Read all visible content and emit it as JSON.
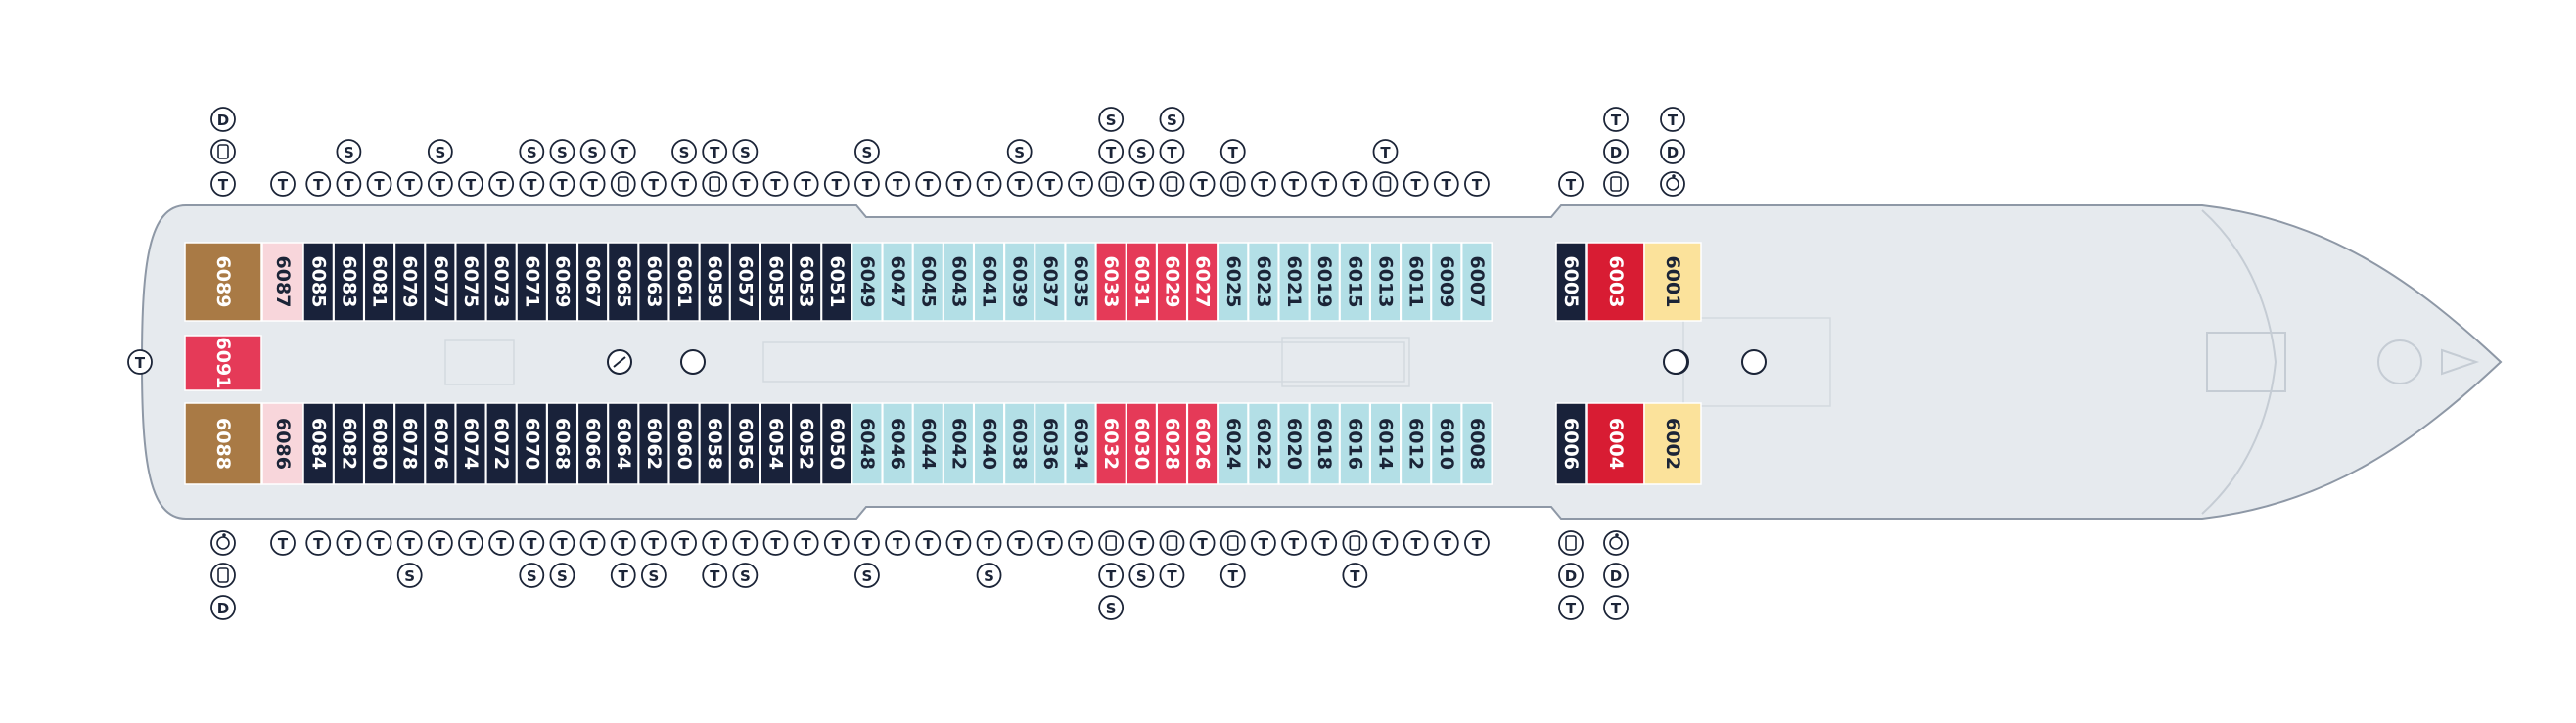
{
  "deck": {
    "colors": {
      "hull": "#e6eaee",
      "outline": "#8e98a6",
      "navy": "#19223a",
      "light_blue": "#b3dfe6",
      "pink_red": "#e53a58",
      "red": "#d81c33",
      "yellow": "#fbe29b",
      "brown": "#a97a45",
      "light_pink": "#f8d6db",
      "symbol": "#1b2437"
    },
    "top_cabins": [
      {
        "label": "6089",
        "cat": "brown"
      },
      {
        "label": "6087",
        "cat": "light_pink"
      },
      {
        "label": "6085",
        "cat": "navy"
      },
      {
        "label": "6083",
        "cat": "navy"
      },
      {
        "label": "6081",
        "cat": "navy"
      },
      {
        "label": "6079",
        "cat": "navy"
      },
      {
        "label": "6077",
        "cat": "navy"
      },
      {
        "label": "6075",
        "cat": "navy"
      },
      {
        "label": "6073",
        "cat": "navy"
      },
      {
        "label": "6071",
        "cat": "navy"
      },
      {
        "label": "6069",
        "cat": "navy"
      },
      {
        "label": "6067",
        "cat": "navy"
      },
      {
        "label": "6065",
        "cat": "navy"
      },
      {
        "label": "6063",
        "cat": "navy"
      },
      {
        "label": "6061",
        "cat": "navy"
      },
      {
        "label": "6059",
        "cat": "navy"
      },
      {
        "label": "6057",
        "cat": "navy"
      },
      {
        "label": "6055",
        "cat": "navy"
      },
      {
        "label": "6053",
        "cat": "navy"
      },
      {
        "label": "6051",
        "cat": "navy"
      },
      {
        "label": "6049",
        "cat": "light_blue"
      },
      {
        "label": "6047",
        "cat": "light_blue"
      },
      {
        "label": "6045",
        "cat": "light_blue"
      },
      {
        "label": "6043",
        "cat": "light_blue"
      },
      {
        "label": "6041",
        "cat": "light_blue"
      },
      {
        "label": "6039",
        "cat": "light_blue"
      },
      {
        "label": "6037",
        "cat": "light_blue"
      },
      {
        "label": "6035",
        "cat": "light_blue"
      },
      {
        "label": "6033",
        "cat": "pink_red"
      },
      {
        "label": "6031",
        "cat": "pink_red"
      },
      {
        "label": "6029",
        "cat": "pink_red"
      },
      {
        "label": "6027",
        "cat": "pink_red"
      },
      {
        "label": "6025",
        "cat": "light_blue"
      },
      {
        "label": "6023",
        "cat": "light_blue"
      },
      {
        "label": "6021",
        "cat": "light_blue"
      },
      {
        "label": "6019",
        "cat": "light_blue"
      },
      {
        "label": "6015",
        "cat": "light_blue"
      },
      {
        "label": "6013",
        "cat": "light_blue"
      },
      {
        "label": "6011",
        "cat": "light_blue"
      },
      {
        "label": "6009",
        "cat": "light_blue"
      },
      {
        "label": "6007",
        "cat": "light_blue"
      },
      {
        "label": "6005",
        "cat": "navy"
      },
      {
        "label": "6003",
        "cat": "red"
      },
      {
        "label": "6001",
        "cat": "yellow"
      }
    ],
    "bottom_cabins": [
      {
        "label": "6088",
        "cat": "brown"
      },
      {
        "label": "6086",
        "cat": "light_pink"
      },
      {
        "label": "6084",
        "cat": "navy"
      },
      {
        "label": "6082",
        "cat": "navy"
      },
      {
        "label": "6080",
        "cat": "navy"
      },
      {
        "label": "6078",
        "cat": "navy"
      },
      {
        "label": "6076",
        "cat": "navy"
      },
      {
        "label": "6074",
        "cat": "navy"
      },
      {
        "label": "6072",
        "cat": "navy"
      },
      {
        "label": "6070",
        "cat": "navy"
      },
      {
        "label": "6068",
        "cat": "navy"
      },
      {
        "label": "6066",
        "cat": "navy"
      },
      {
        "label": "6064",
        "cat": "navy"
      },
      {
        "label": "6062",
        "cat": "navy"
      },
      {
        "label": "6060",
        "cat": "navy"
      },
      {
        "label": "6058",
        "cat": "navy"
      },
      {
        "label": "6056",
        "cat": "navy"
      },
      {
        "label": "6054",
        "cat": "navy"
      },
      {
        "label": "6052",
        "cat": "navy"
      },
      {
        "label": "6050",
        "cat": "navy"
      },
      {
        "label": "6048",
        "cat": "light_blue"
      },
      {
        "label": "6046",
        "cat": "light_blue"
      },
      {
        "label": "6044",
        "cat": "light_blue"
      },
      {
        "label": "6042",
        "cat": "light_blue"
      },
      {
        "label": "6040",
        "cat": "light_blue"
      },
      {
        "label": "6038",
        "cat": "light_blue"
      },
      {
        "label": "6036",
        "cat": "light_blue"
      },
      {
        "label": "6034",
        "cat": "light_blue"
      },
      {
        "label": "6032",
        "cat": "pink_red"
      },
      {
        "label": "6030",
        "cat": "pink_red"
      },
      {
        "label": "6028",
        "cat": "pink_red"
      },
      {
        "label": "6026",
        "cat": "pink_red"
      },
      {
        "label": "6024",
        "cat": "light_blue"
      },
      {
        "label": "6022",
        "cat": "light_blue"
      },
      {
        "label": "6020",
        "cat": "light_blue"
      },
      {
        "label": "6018",
        "cat": "light_blue"
      },
      {
        "label": "6016",
        "cat": "light_blue"
      },
      {
        "label": "6014",
        "cat": "light_blue"
      },
      {
        "label": "6012",
        "cat": "light_blue"
      },
      {
        "label": "6010",
        "cat": "light_blue"
      },
      {
        "label": "6008",
        "cat": "light_blue"
      },
      {
        "label": "6006",
        "cat": "navy"
      },
      {
        "label": "6004",
        "cat": "red"
      },
      {
        "label": "6002",
        "cat": "yellow"
      }
    ],
    "middle_cabin": {
      "label": "6091",
      "cat": "pink_red"
    },
    "top_symbols": [
      {
        "col": "6089",
        "stack": [
          "T",
          "U",
          "D"
        ]
      },
      {
        "col": "6087",
        "stack": [
          "T"
        ]
      },
      {
        "col": "6085",
        "stack": [
          "T"
        ]
      },
      {
        "col": "6083",
        "stack": [
          "T",
          "S"
        ]
      },
      {
        "col": "6081",
        "stack": [
          "T"
        ]
      },
      {
        "col": "6079",
        "stack": [
          "T"
        ]
      },
      {
        "col": "6077",
        "stack": [
          "T",
          "S"
        ]
      },
      {
        "col": "6075",
        "stack": [
          "T"
        ]
      },
      {
        "col": "6073",
        "stack": [
          "T"
        ]
      },
      {
        "col": "6071",
        "stack": [
          "T",
          "S"
        ]
      },
      {
        "col": "6069",
        "stack": [
          "T",
          "S"
        ]
      },
      {
        "col": "6067",
        "stack": [
          "T",
          "S"
        ]
      },
      {
        "col": "6065",
        "stack": [
          "U",
          "T"
        ]
      },
      {
        "col": "6063",
        "stack": [
          "T"
        ]
      },
      {
        "col": "6061",
        "stack": [
          "T",
          "S"
        ]
      },
      {
        "col": "6059",
        "stack": [
          "U",
          "T"
        ]
      },
      {
        "col": "6057",
        "stack": [
          "T",
          "S"
        ]
      },
      {
        "col": "6055",
        "stack": [
          "T"
        ]
      },
      {
        "col": "6053",
        "stack": [
          "T"
        ]
      },
      {
        "col": "6051",
        "stack": [
          "T"
        ]
      },
      {
        "col": "6049",
        "stack": [
          "T",
          "S"
        ]
      },
      {
        "col": "6047",
        "stack": [
          "T"
        ]
      },
      {
        "col": "6045",
        "stack": [
          "T"
        ]
      },
      {
        "col": "6043",
        "stack": [
          "T"
        ]
      },
      {
        "col": "6041",
        "stack": [
          "T"
        ]
      },
      {
        "col": "6039",
        "stack": [
          "T",
          "S"
        ]
      },
      {
        "col": "6037",
        "stack": [
          "T"
        ]
      },
      {
        "col": "6035",
        "stack": [
          "T"
        ]
      },
      {
        "col": "6033",
        "stack": [
          "U",
          "T",
          "S"
        ]
      },
      {
        "col": "6031",
        "stack": [
          "T",
          "S"
        ]
      },
      {
        "col": "6029",
        "stack": [
          "U",
          "T",
          "S"
        ]
      },
      {
        "col": "6027",
        "stack": [
          "T"
        ]
      },
      {
        "col": "6025",
        "stack": [
          "U",
          "T"
        ]
      },
      {
        "col": "6023",
        "stack": [
          "T"
        ]
      },
      {
        "col": "6021",
        "stack": [
          "T"
        ]
      },
      {
        "col": "6019",
        "stack": [
          "T"
        ]
      },
      {
        "col": "6015",
        "stack": [
          "T"
        ]
      },
      {
        "col": "6013",
        "stack": [
          "U",
          "T"
        ]
      },
      {
        "col": "6011",
        "stack": [
          "T"
        ]
      },
      {
        "col": "6009",
        "stack": [
          "T"
        ]
      },
      {
        "col": "6007",
        "stack": [
          "T"
        ]
      },
      {
        "col": "6005",
        "stack": [
          "T"
        ]
      },
      {
        "col": "6003",
        "stack": [
          "U",
          "D",
          "T"
        ]
      },
      {
        "col": "6001",
        "stack": [
          "W",
          "D",
          "T"
        ]
      }
    ],
    "bottom_symbols": [
      {
        "col": "6088",
        "stack": [
          "W",
          "U",
          "D"
        ]
      },
      {
        "col": "6086",
        "stack": [
          "T"
        ]
      },
      {
        "col": "6084",
        "stack": [
          "T"
        ]
      },
      {
        "col": "6082",
        "stack": [
          "T"
        ]
      },
      {
        "col": "6080",
        "stack": [
          "T"
        ]
      },
      {
        "col": "6078",
        "stack": [
          "T",
          "S"
        ]
      },
      {
        "col": "6076",
        "stack": [
          "T"
        ]
      },
      {
        "col": "6074",
        "stack": [
          "T"
        ]
      },
      {
        "col": "6072",
        "stack": [
          "T"
        ]
      },
      {
        "col": "6070",
        "stack": [
          "T",
          "S"
        ]
      },
      {
        "col": "6068",
        "stack": [
          "T",
          "S"
        ]
      },
      {
        "col": "6066",
        "stack": [
          "T"
        ]
      },
      {
        "col": "6064",
        "stack": [
          "T",
          "T"
        ]
      },
      {
        "col": "6062",
        "stack": [
          "T",
          "S"
        ]
      },
      {
        "col": "6060",
        "stack": [
          "T"
        ]
      },
      {
        "col": "6058",
        "stack": [
          "T",
          "T"
        ]
      },
      {
        "col": "6056",
        "stack": [
          "T",
          "S"
        ]
      },
      {
        "col": "6054",
        "stack": [
          "T"
        ]
      },
      {
        "col": "6052",
        "stack": [
          "T"
        ]
      },
      {
        "col": "6050",
        "stack": [
          "T"
        ]
      },
      {
        "col": "6048",
        "stack": [
          "T",
          "S"
        ]
      },
      {
        "col": "6046",
        "stack": [
          "T"
        ]
      },
      {
        "col": "6044",
        "stack": [
          "T"
        ]
      },
      {
        "col": "6042",
        "stack": [
          "T"
        ]
      },
      {
        "col": "6040",
        "stack": [
          "T",
          "S"
        ]
      },
      {
        "col": "6038",
        "stack": [
          "T"
        ]
      },
      {
        "col": "6036",
        "stack": [
          "T"
        ]
      },
      {
        "col": "6034",
        "stack": [
          "T"
        ]
      },
      {
        "col": "6032",
        "stack": [
          "U",
          "T",
          "S"
        ]
      },
      {
        "col": "6030",
        "stack": [
          "T",
          "S"
        ]
      },
      {
        "col": "6028",
        "stack": [
          "U",
          "T"
        ]
      },
      {
        "col": "6026",
        "stack": [
          "T"
        ]
      },
      {
        "col": "6024",
        "stack": [
          "U",
          "T"
        ]
      },
      {
        "col": "6022",
        "stack": [
          "T"
        ]
      },
      {
        "col": "6020",
        "stack": [
          "T"
        ]
      },
      {
        "col": "6018",
        "stack": [
          "T"
        ]
      },
      {
        "col": "6016",
        "stack": [
          "U",
          "T"
        ]
      },
      {
        "col": "6014",
        "stack": [
          "T"
        ]
      },
      {
        "col": "6012",
        "stack": [
          "T"
        ]
      },
      {
        "col": "6010",
        "stack": [
          "T"
        ]
      },
      {
        "col": "6008",
        "stack": [
          "T"
        ]
      },
      {
        "col": "6006",
        "stack": [
          "U",
          "D",
          "T"
        ]
      },
      {
        "col": "6004",
        "stack": [
          "W",
          "D",
          "T"
        ]
      }
    ],
    "stern_symbol": "T",
    "icon_names": {
      "T": "twin-bed-icon",
      "S": "sofa-bed-icon",
      "D": "double-bed-icon",
      "U": "third-bed-icon",
      "W": "accessible-cabin-icon"
    }
  }
}
